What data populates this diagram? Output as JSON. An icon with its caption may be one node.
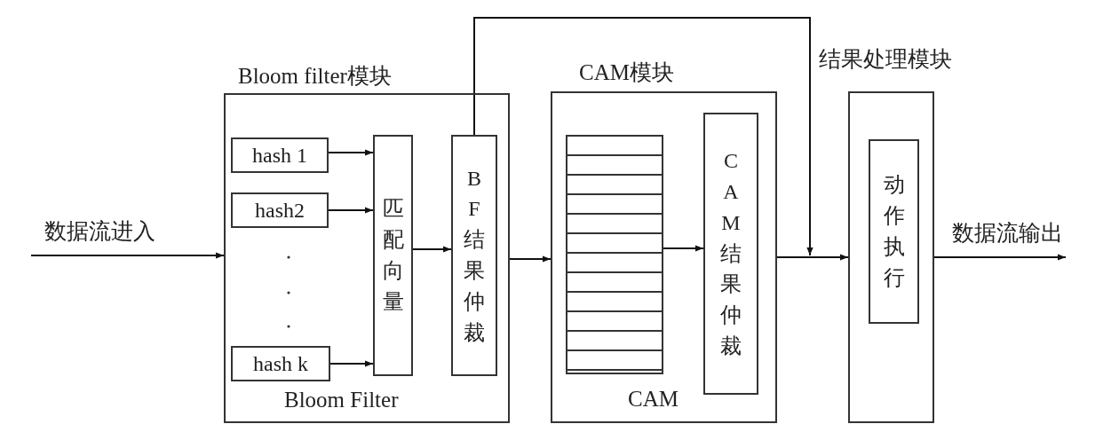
{
  "diagram": {
    "nodes": [
      {
        "text": [
          "Bloom filter模块",
          "Bloom Filter"
        ]
      },
      {
        "text": [
          "hash 1"
        ],
        "in": 0
      },
      {
        "text": [
          "hash2"
        ],
        "in": 0
      },
      {
        "text": [
          "hash k"
        ],
        "in": 0
      },
      {
        "text": [
          "匹配向量"
        ],
        "in": 0
      },
      {
        "text": [
          "BF结果仲裁"
        ],
        "in": 0
      },
      {
        "text": [
          "CAM模块"
        ]
      },
      {
        "text": [
          "CAM"
        ],
        "in": 6
      },
      {
        "text": [
          "CAM结果仲裁"
        ],
        "in": 6
      },
      {
        "text": [
          "结果处理模块"
        ]
      },
      {
        "text": [
          "动作执行"
        ],
        "in": 9
      }
    ],
    "edges": [
      {
        "from": null,
        "to": 0,
        "arrow": "to",
        "label": "数据流进入"
      },
      {
        "from": 1,
        "to": 4,
        "arrow": "to"
      },
      {
        "from": 2,
        "to": 4,
        "arrow": "to"
      },
      {
        "from": 3,
        "to": 4,
        "arrow": "to"
      },
      {
        "from": 4,
        "to": 5,
        "arrow": "to"
      },
      {
        "from": 0,
        "to": 6,
        "arrow": "to"
      },
      {
        "from": 7,
        "to": 8,
        "arrow": "to"
      },
      {
        "from": 6,
        "to": 9,
        "arrow": "to"
      },
      {
        "from": 5,
        "to": 9,
        "arrow": "to"
      },
      {
        "from": 9,
        "to": null,
        "arrow": "to",
        "label": "数据流输出"
      }
    ]
  }
}
